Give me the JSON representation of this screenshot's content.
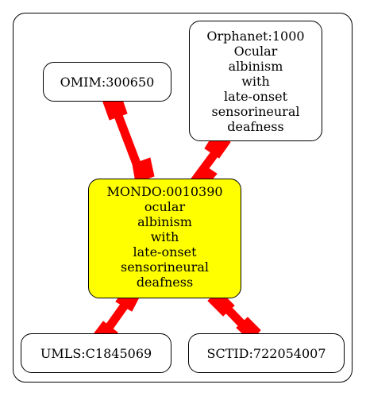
{
  "graph": {
    "nodes": {
      "omim": {
        "label": "OMIM:300650"
      },
      "orphanet": {
        "label": "Orphanet:1000\nOcular\nalbinism\nwith\nlate-onset\nsensorineural\ndeafness"
      },
      "mondo": {
        "label": "MONDO:0010390\nocular\nalbinism\nwith\nlate-onset\nsensorineural\ndeafness",
        "fill": "#ffff00"
      },
      "umls": {
        "label": "UMLS:C1845069"
      },
      "sctid": {
        "label": "SCTID:722054007"
      }
    },
    "edges": [
      {
        "from": "omim",
        "to": "mondo",
        "color": "#ff0000"
      },
      {
        "from": "orphanet",
        "to": "mondo",
        "color": "#ff0000"
      },
      {
        "from": "mondo",
        "to": "umls",
        "color": "#ff0000"
      },
      {
        "from": "mondo",
        "to": "sctid",
        "color": "#ff0000"
      }
    ]
  }
}
